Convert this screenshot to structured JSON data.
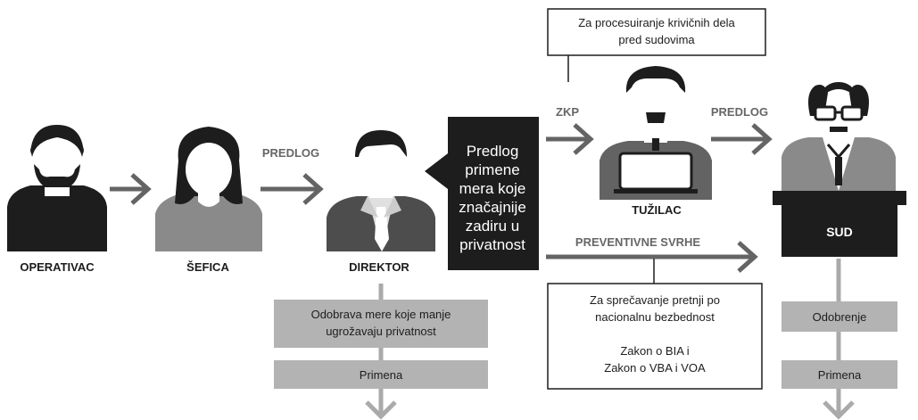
{
  "people": {
    "operativac": "OPERATIVAC",
    "sefica": "ŠEFICA",
    "direktor": "DIREKTOR",
    "tuzilac": "TUŽILAC",
    "sud": "SUD"
  },
  "flows": {
    "predlog_1": "PREDLOG",
    "zkp": "ZKP",
    "predlog_2": "PREDLOG",
    "preventivne": "PREVENTIVNE SVRHE"
  },
  "callout": [
    "Predlog",
    "primene",
    "mera koje",
    "značajnije",
    "zadiru u",
    "privatnost"
  ],
  "notes": {
    "top": [
      "Za procesuiranje krivičnih dela",
      "pred sudovima"
    ],
    "bottom": [
      "Za sprečavanje pretnji po",
      "nacionalnu bezbednost",
      "",
      "Zakon o BIA i",
      "Zakon o VBA i VOA"
    ]
  },
  "director_steps": {
    "approve": [
      "Odobrava mere koje manje",
      "ugrožavaju privatnost"
    ],
    "apply": "Primena"
  },
  "court_steps": {
    "approve": "Odobrenje",
    "apply": "Primena"
  },
  "colors": {
    "dark": "#1d1d1d",
    "mid_gray": "#636363",
    "light_gray": "#aaaaaa",
    "box_gray": "#b3b3b3",
    "arrow_gray": "#646464"
  }
}
